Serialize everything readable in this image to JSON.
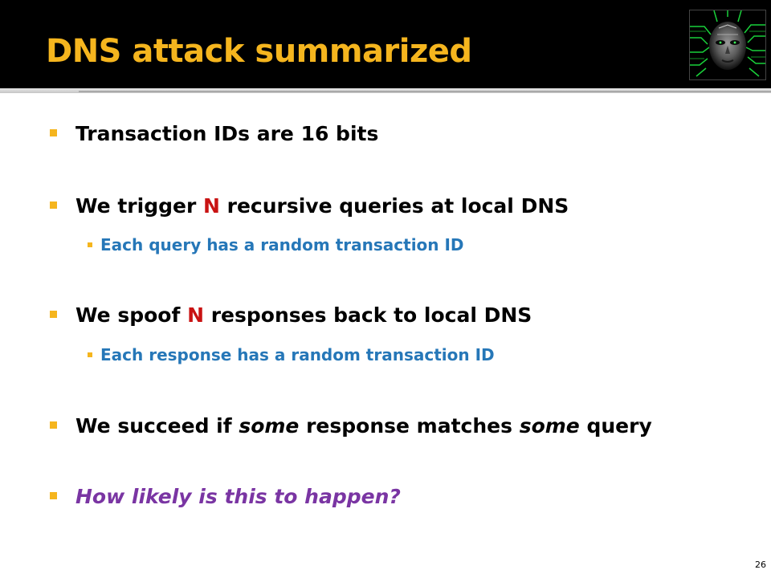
{
  "slide": {
    "title": "DNS attack summarized",
    "page_number": "26",
    "colors": {
      "title": "#F5B51E",
      "bullet_marker": "#F5B51E",
      "sub_text": "#2677B8",
      "highlight_red": "#C91313",
      "question_purple": "#7A35A3"
    }
  },
  "bullets": {
    "b1": {
      "text": "Transaction IDs are 16 bits"
    },
    "b2": {
      "before": "We trigger ",
      "highlight": "N",
      "after": " recursive queries at local DNS",
      "sub": "Each query has a random transaction ID"
    },
    "b3": {
      "before": "We spoof ",
      "highlight": "N",
      "after": " responses back to local DNS",
      "sub": "Each response has a random transaction ID"
    },
    "b4": {
      "part1": "We succeed if ",
      "em1": "some",
      "part2": " response matches ",
      "em2": "some",
      "part3": " query"
    },
    "b5": {
      "text": "How likely is this to happen?"
    }
  },
  "logo": {
    "icon": "shodan-face-logo-icon"
  }
}
